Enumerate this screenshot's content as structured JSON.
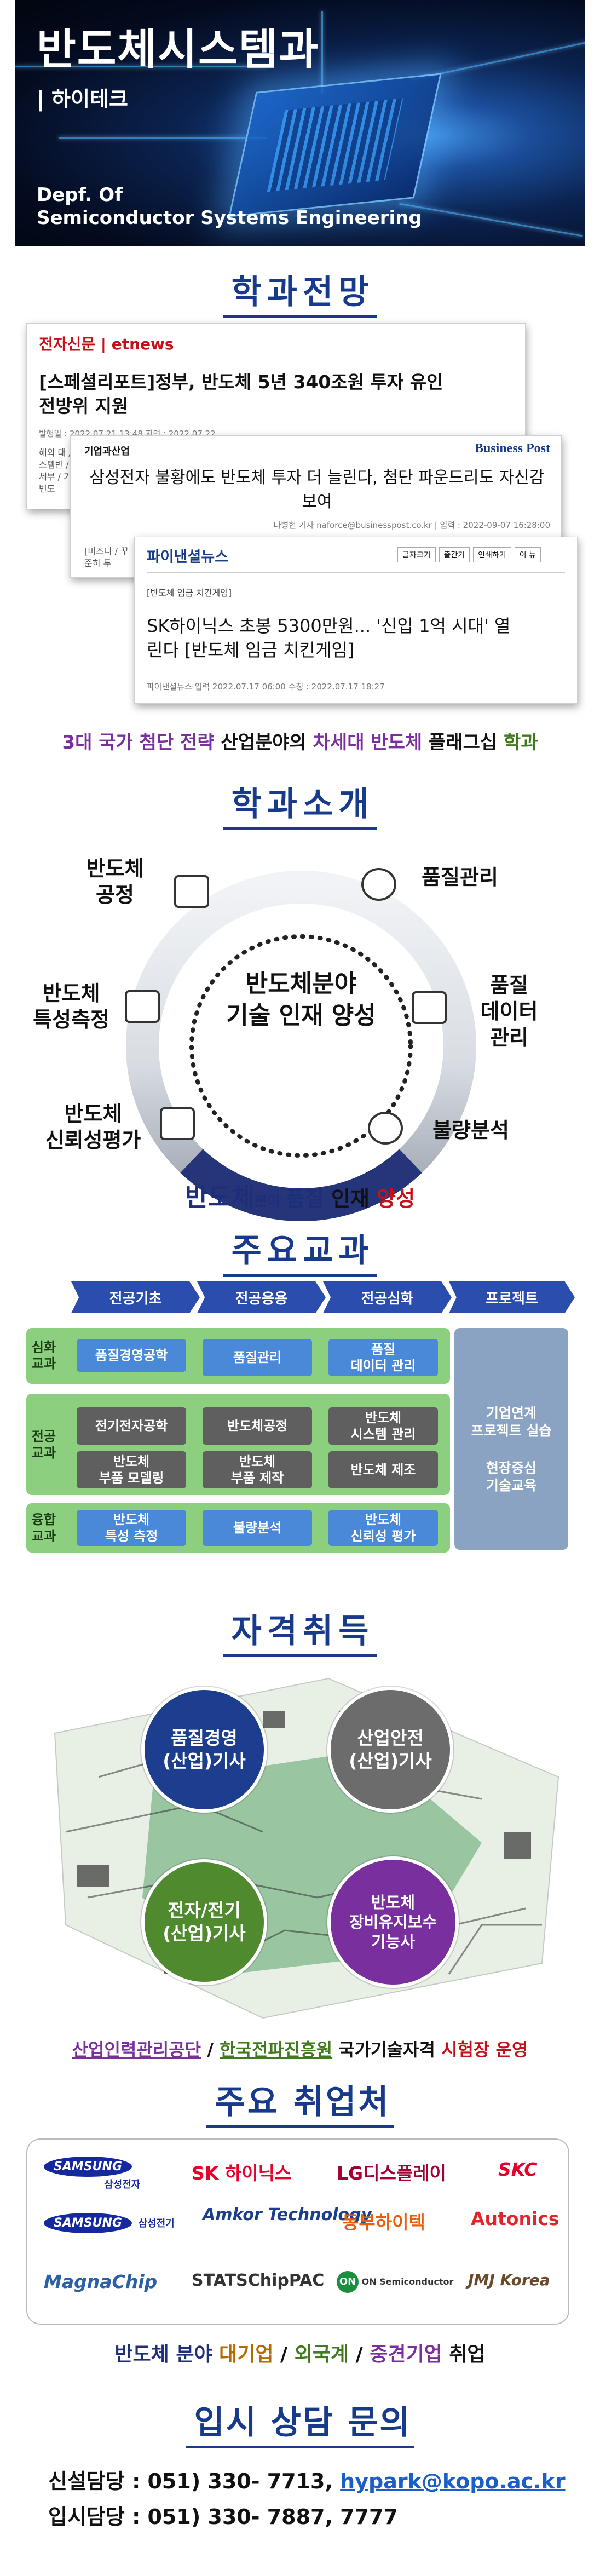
{
  "hero": {
    "title": "반도체시스템과",
    "subtitle": "| 하이테크",
    "english_line1": "Depf. Of",
    "english_line2": "Semiconductor Systems Engineering"
  },
  "outlook": {
    "heading": "학과전망",
    "news": [
      {
        "source": "전자신문 | etnews",
        "headline_line1": "[스페셜리포트]정부, 반도체 5년 340조원 투자 유인",
        "headline_line2": "전방위 지원",
        "meta": "발행일 : 2022.07.21 13:48 지면 : 2022.07.22",
        "body": "해외 대 / 시스템반 / 투자 세부 / 기업 번도"
      },
      {
        "source": "Business Post",
        "section": "기업과산업",
        "headline_line1": "삼성전자 불황에도 반도체 투자 더 늘린다, 첨단 파운드리도 자신감",
        "headline_line2": "보여",
        "meta": "나병현 기자 naforce@businesspost.co.kr | 입력 : 2022-09-07 16:28:00",
        "body": "[비즈니 / 꾸준히 투"
      },
      {
        "source": "파이낸셜뉴스",
        "section": "[반도체 임금 치킨게임]",
        "headline_line1": "SK하이닉스 초봉 5300만원... '신입 1억 시대' 열",
        "headline_line2": "린다 [반도체 임금 치킨게임]",
        "meta": "파이낸셜뉴스 입력 2022.07.17 06:00 수정 : 2022.07.17 18:27",
        "buttons": [
          "글자크기",
          "출간기",
          "인쇄하기",
          "이 뉴"
        ]
      }
    ],
    "tagline": {
      "p1": "3대 국가 첨단 전략",
      "p2": " 산업분야의 ",
      "p3": "차세대 반도체",
      "p4": " 플래그십 ",
      "p5": "학과"
    }
  },
  "intro": {
    "heading": "학과소개",
    "center_line1": "반도체분야",
    "center_line2": "기술 인재 양성",
    "areas": {
      "process": "반도체\n공정",
      "quality": "품질관리",
      "data": "품질\n데이터\n관리",
      "failure": "불량분석",
      "reliability": "반도체\n신뢰성평가",
      "measure": "반도체\n특성측정"
    },
    "icons": [
      "chip-icon",
      "gear-document-icon",
      "data-chart-icon",
      "gear-magnifier-icon",
      "reliability-chip-icon",
      "measurement-icon"
    ],
    "tagline": {
      "p1": "반도체",
      "p2": "분야 ",
      "p3": "품질",
      "p4": " 인재 ",
      "p5": "양성"
    }
  },
  "curriculum": {
    "heading": "주요교과",
    "phases": [
      "전공기초",
      "전공응용",
      "전공심화",
      "프로젝트"
    ],
    "rows": [
      {
        "label": "심화\n교과",
        "courses": [
          "품질경영공학",
          "품질관리",
          "품질\n데이터 관리"
        ]
      },
      {
        "label": "전공\n교과",
        "courses": [
          "전기전자공학",
          "반도체공정",
          "반도체\n시스템 관리",
          "반도체\n부품 모델링",
          "반도체\n부품 제작",
          "반도체 제조"
        ]
      },
      {
        "label": "융합\n교과",
        "courses": [
          "반도체\n특성 측정",
          "불량분석",
          "반도체\n신뢰성 평가"
        ]
      }
    ],
    "project": [
      "기업연계\n프로젝트 실습",
      "현장중심\n기술교육"
    ]
  },
  "certifications": {
    "heading": "자격취득",
    "items": [
      "품질경영\n(산업)기사",
      "산업안전\n(산업)기사",
      "전자/전기\n(산업)기사",
      "반도체\n장비유지보수\n기능사"
    ],
    "colors": [
      "#1d3e8f",
      "#6c6c6c",
      "#4f8a2e",
      "#7a2f9e"
    ],
    "tagline": {
      "p1": "산업인력관리공단",
      "p2": " / ",
      "p3": "한국전파진흥원",
      "p4": " 국가기술자격 ",
      "p5": "시험장 운영"
    }
  },
  "employers": {
    "heading": "주요 취업처",
    "logos": [
      "SAMSUNG 삼성전자",
      "SK 하이닉스",
      "LG디스플레이",
      "SKC",
      "SAMSUNG 삼성전기",
      "Amkor Technology",
      "동부하이텍",
      "Autonics",
      "MagnaChip",
      "STATSChipPAC",
      "ON Semiconductor",
      "JMJ Korea"
    ],
    "tagline": {
      "p1": "반도체 분야 ",
      "p2": "대기업",
      "p3": " / ",
      "p4": "외국계",
      "p5": " / ",
      "p6": "중견기업",
      "p7": " 취업"
    }
  },
  "admissions": {
    "heading": "입시 상담 문의",
    "line1_label": "신설담당 : 051) 330- 7713, ",
    "line1_email": "hypark@kopo.ac.kr",
    "line2": "입시담당 : 051) 330- 7887, 7777"
  },
  "colors": {
    "heading_blue": "#173a8c",
    "accent_purple": "#7a2f9e",
    "accent_green": "#3f7a1f",
    "accent_red": "#c4121a",
    "course_blue": "#4a89d8",
    "course_gray": "#5f5f5f"
  }
}
